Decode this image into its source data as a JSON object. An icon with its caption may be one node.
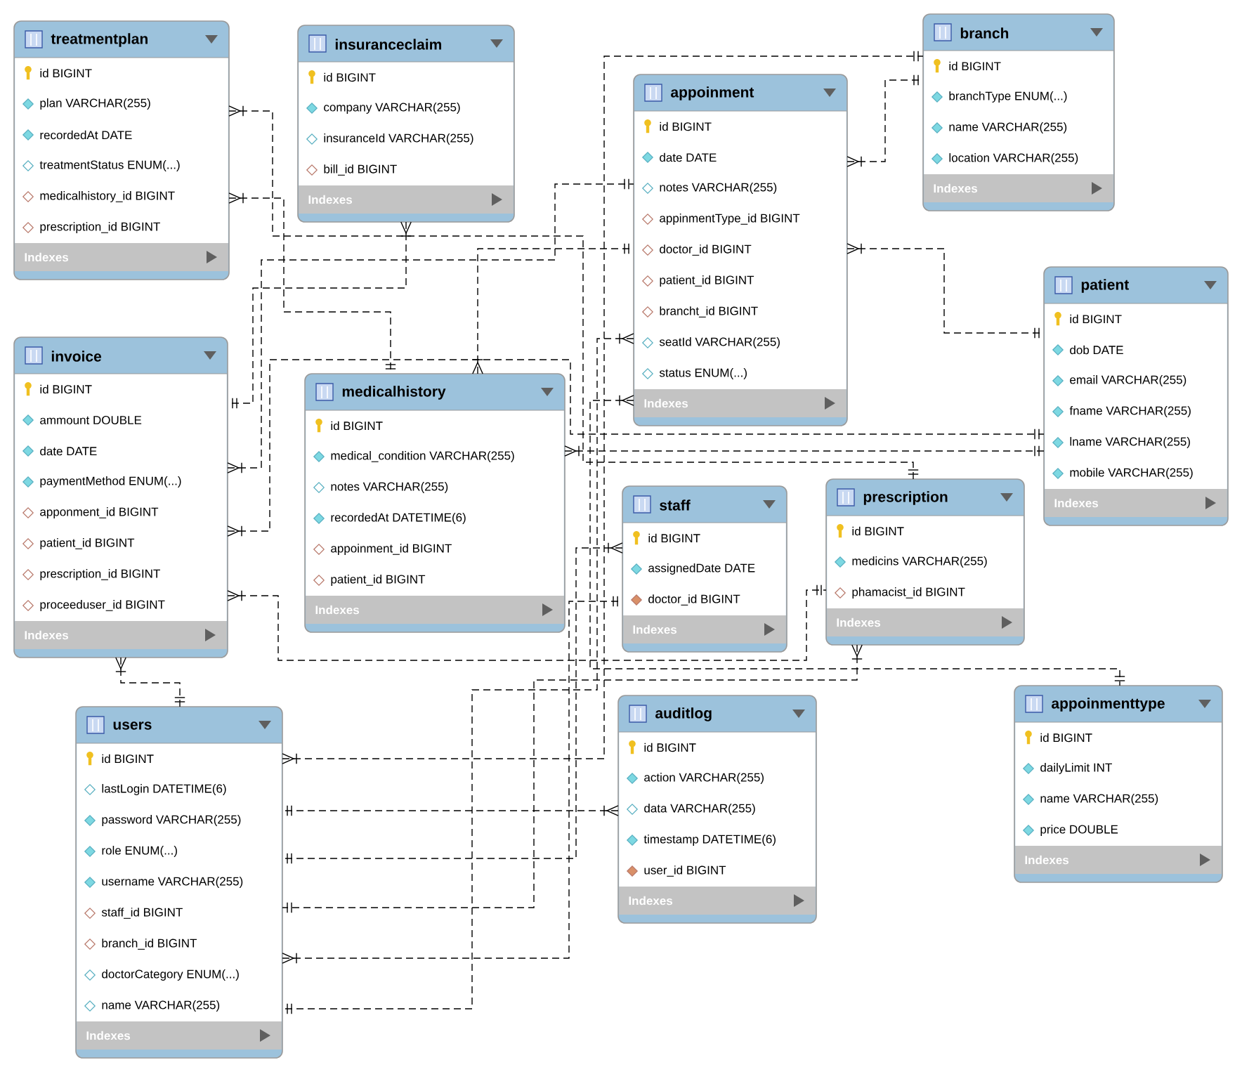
{
  "diagram": {
    "nodes": [
      {
        "text": [
          "treatmentplan",
          "id BIGINT",
          "plan VARCHAR(255)",
          "recordedAt DATE",
          "treatmentStatus ENUM(...)",
          "medicalhistory_id BIGINT",
          "prescription_id BIGINT",
          "Indexes"
        ]
      },
      {
        "text": [
          "insuranceclaim",
          "id BIGINT",
          "company VARCHAR(255)",
          "insuranceId VARCHAR(255)",
          "bill_id BIGINT",
          "Indexes"
        ]
      },
      {
        "text": [
          "appoinment",
          "id BIGINT",
          "date DATE",
          "notes VARCHAR(255)",
          "appinmentType_id BIGINT",
          "doctor_id BIGINT",
          "patient_id BIGINT",
          "brancht_id BIGINT",
          "seatId VARCHAR(255)",
          "status ENUM(...)",
          "Indexes"
        ]
      },
      {
        "text": [
          "branch",
          "id BIGINT",
          "branchType ENUM(...)",
          "name VARCHAR(255)",
          "location VARCHAR(255)",
          "Indexes"
        ]
      },
      {
        "text": [
          "patient",
          "id BIGINT",
          "dob DATE",
          "email VARCHAR(255)",
          "fname VARCHAR(255)",
          "lname VARCHAR(255)",
          "mobile VARCHAR(255)",
          "Indexes"
        ]
      },
      {
        "text": [
          "invoice",
          "id BIGINT",
          "ammount DOUBLE",
          "date DATE",
          "paymentMethod ENUM(...)",
          "apponment_id BIGINT",
          "patient_id BIGINT",
          "prescription_id BIGINT",
          "proceeduser_id BIGINT",
          "Indexes"
        ]
      },
      {
        "text": [
          "medicalhistory",
          "id BIGINT",
          "medical_condition VARCHAR(255)",
          "notes VARCHAR(255)",
          "recordedAt DATETIME(6)",
          "appoinment_id BIGINT",
          "patient_id BIGINT",
          "Indexes"
        ]
      },
      {
        "text": [
          "staff",
          "id BIGINT",
          "assignedDate DATE",
          "doctor_id BIGINT",
          "Indexes"
        ]
      },
      {
        "text": [
          "prescription",
          "id BIGINT",
          "medicins VARCHAR(255)",
          "phamacist_id BIGINT",
          "Indexes"
        ]
      },
      {
        "text": [
          "appoinmenttype",
          "id BIGINT",
          "dailyLimit INT",
          "name VARCHAR(255)",
          "price DOUBLE",
          "Indexes"
        ]
      },
      {
        "text": [
          "users",
          "id BIGINT",
          "lastLogin DATETIME(6)",
          "password VARCHAR(255)",
          "role ENUM(...)",
          "username VARCHAR(255)",
          "staff_id BIGINT",
          "branch_id BIGINT",
          "doctorCategory ENUM(...)",
          "name VARCHAR(255)",
          "Indexes"
        ]
      },
      {
        "text": [
          "auditlog",
          "id BIGINT",
          "action VARCHAR(255)",
          "data VARCHAR(255)",
          "timestamp DATETIME(6)",
          "user_id BIGINT",
          "Indexes"
        ]
      }
    ],
    "edges": [
      {
        "from": 0,
        "to": 6,
        "arrow": "other",
        "style": "dashed"
      },
      {
        "from": 0,
        "to": 8,
        "arrow": "other",
        "style": "dashed"
      },
      {
        "from": 1,
        "to": 5,
        "arrow": "other",
        "style": "dashed"
      },
      {
        "from": 2,
        "to": 3,
        "arrow": "other",
        "style": "dashed"
      },
      {
        "from": 2,
        "to": 4,
        "arrow": "other",
        "style": "dashed"
      },
      {
        "from": 2,
        "to": 9,
        "arrow": "other",
        "style": "dashed"
      },
      {
        "from": 2,
        "to": 10,
        "arrow": "other",
        "style": "dashed"
      },
      {
        "from": 5,
        "to": 2,
        "arrow": "other",
        "style": "dashed"
      },
      {
        "from": 5,
        "to": 4,
        "arrow": "other",
        "style": "dashed"
      },
      {
        "from": 5,
        "to": 8,
        "arrow": "other",
        "style": "dashed"
      },
      {
        "from": 5,
        "to": 10,
        "arrow": "other",
        "style": "dashed"
      },
      {
        "from": 6,
        "to": 2,
        "arrow": "other",
        "style": "dashed"
      },
      {
        "from": 6,
        "to": 4,
        "arrow": "other",
        "style": "dashed"
      },
      {
        "from": 7,
        "to": 10,
        "arrow": "other",
        "style": "dashed"
      },
      {
        "from": 8,
        "to": 10,
        "arrow": "other",
        "style": "dashed"
      },
      {
        "from": 10,
        "to": 7,
        "arrow": "other",
        "style": "dashed"
      },
      {
        "from": 10,
        "to": 3,
        "arrow": "other",
        "style": "dashed"
      },
      {
        "from": 11,
        "to": 10,
        "arrow": "other",
        "style": "dashed"
      }
    ]
  }
}
